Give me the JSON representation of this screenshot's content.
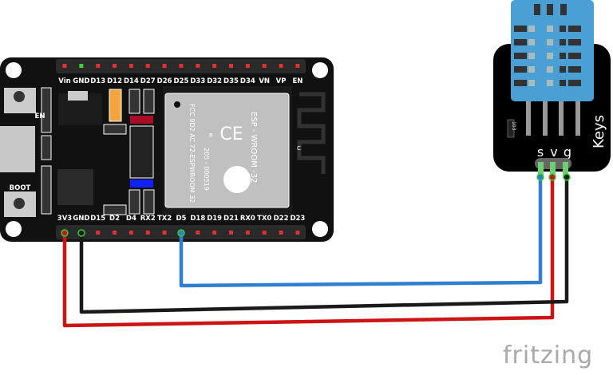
{
  "board": {
    "top_pins": [
      "Vin",
      "GND",
      "D13",
      "D12",
      "D14",
      "D27",
      "D26",
      "D25",
      "D33",
      "D32",
      "D35",
      "D34",
      "VN",
      "VP",
      "EN"
    ],
    "bottom_pins": [
      "3V3",
      "GND",
      "D15",
      "D2",
      "D4",
      "RX2",
      "TX2",
      "D5",
      "D18",
      "D19",
      "D21",
      "RX0",
      "TX0",
      "D22",
      "D23"
    ],
    "buttons": {
      "en": "EN",
      "boot": "BOOT"
    },
    "module": {
      "lines": [
        "ESP - WROOM -32",
        "FCC 9D2 AC 72-ESPWROOM 32",
        "205 - 000519"
      ],
      "r_mark": "R",
      "c_mark": "C"
    }
  },
  "sensor": {
    "brand": "Keys",
    "resistor": "103",
    "pins": [
      "s",
      "v",
      "g"
    ]
  },
  "wires": [
    {
      "from": "D5",
      "to": "s",
      "color": "#2f7fd1"
    },
    {
      "from": "3V3",
      "to": "v",
      "color": "#cc1414"
    },
    {
      "from": "GND",
      "to": "g",
      "color": "#1a1a1a"
    }
  ],
  "logo": "fritzing"
}
